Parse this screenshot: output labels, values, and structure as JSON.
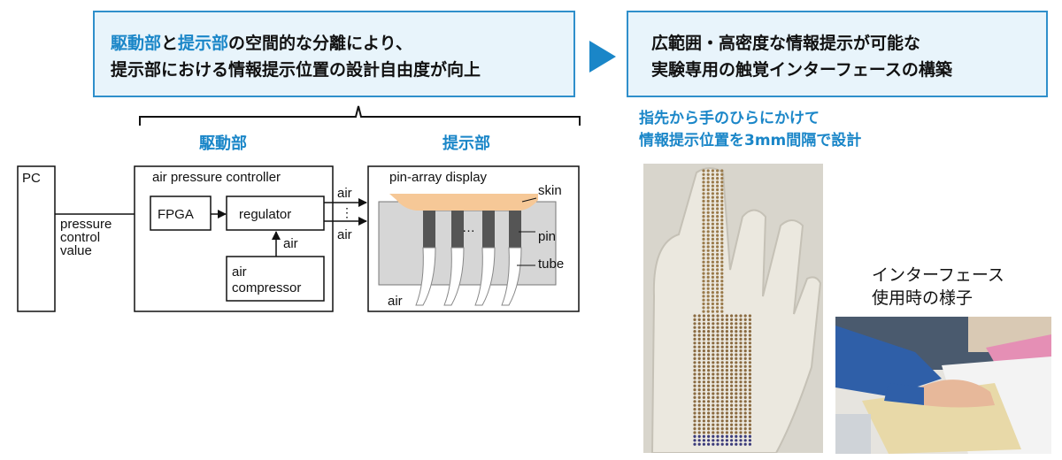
{
  "callout_left": {
    "line1": [
      {
        "text": "駆動部",
        "hl": true
      },
      {
        "text": "と",
        "hl": false
      },
      {
        "text": "提示部",
        "hl": true
      },
      {
        "text": "の空間的な分離により、",
        "hl": false
      }
    ],
    "line2": "提示部における情報提示位置の設計自由度が向上"
  },
  "callout_right": {
    "line1": "広範囲・高密度な情報提示が可能な",
    "line2": "実験専用の触覚インターフェースの構築"
  },
  "diagram": {
    "drive_label": "駆動部",
    "display_label": "提示部",
    "pc": "PC",
    "signal_label": [
      "pressure",
      "control",
      "value"
    ],
    "controller_title": "air pressure controller",
    "fpga": "FPGA",
    "regulator": "regulator",
    "air_inlet": "air",
    "compressor": [
      "air",
      "compressor"
    ],
    "air_out_1": "air",
    "air_out_2": "air",
    "display_title": "pin-array display",
    "skin": "skin",
    "pin": "pin",
    "tube": "tube",
    "air_bottom": "air",
    "ellipsis": "…",
    "vellipsis": "⋮"
  },
  "note": {
    "line1": "指先から手のひらにかけて",
    "line2": "情報提示位置を3mm間隔で設計"
  },
  "interface_caption": {
    "line1": "インターフェース",
    "line2": "使用時の様子"
  },
  "colors": {
    "accent": "#1a86c8",
    "callout_bg": "#e8f4fb",
    "callout_border": "#2f8fcb"
  }
}
